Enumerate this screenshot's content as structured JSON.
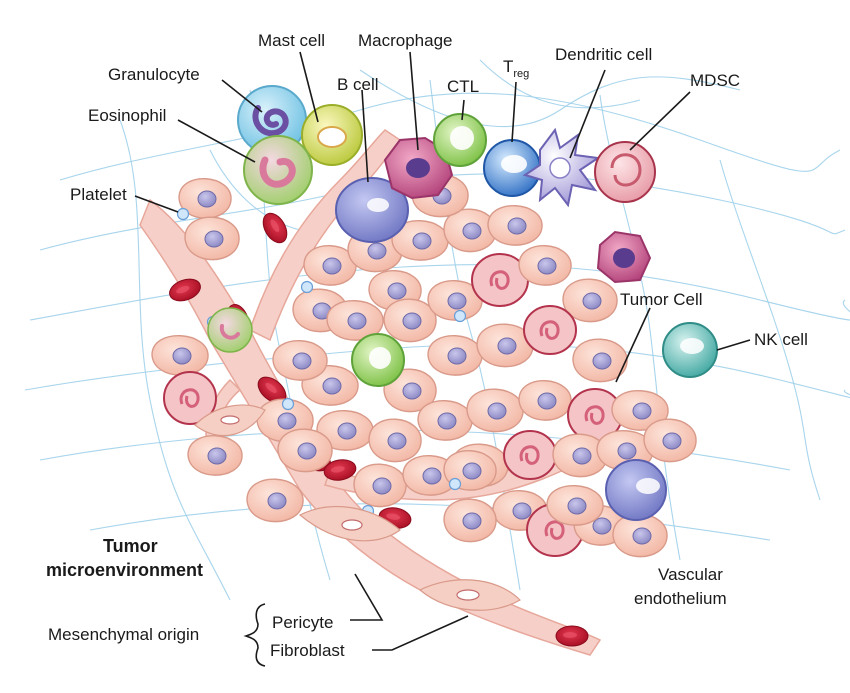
{
  "labels": {
    "granulocyte": "Granulocyte",
    "mast_cell": "Mast cell",
    "macrophage": "Macrophage",
    "eosinophil": "Eosinophil",
    "b_cell": "B cell",
    "ctl": "CTL",
    "treg_main": "T",
    "treg_sub": "reg",
    "dendritic_cell": "Dendritic cell",
    "mdsc": "MDSC",
    "platelet": "Platelet",
    "tumor_cell": "Tumor Cell",
    "nk_cell": "NK cell",
    "tumor_microenvironment_line1": "Tumor",
    "tumor_microenvironment_line2": "microenvironment",
    "vascular_line1": "Vascular",
    "vascular_line2": "endothelium",
    "mesenchymal_origin": "Mesenchymal origin",
    "pericyte": "Pericyte",
    "fibroblast": "Fibroblast"
  },
  "colors": {
    "tumor_cell_fill": "#f6c5b6",
    "tumor_cell_edge": "#d99a8a",
    "nucleus": "#9b97cc",
    "vessel": "#f4c7c0",
    "red_blood_cell": "#c8102e",
    "mesh": "#9fd0ea"
  }
}
